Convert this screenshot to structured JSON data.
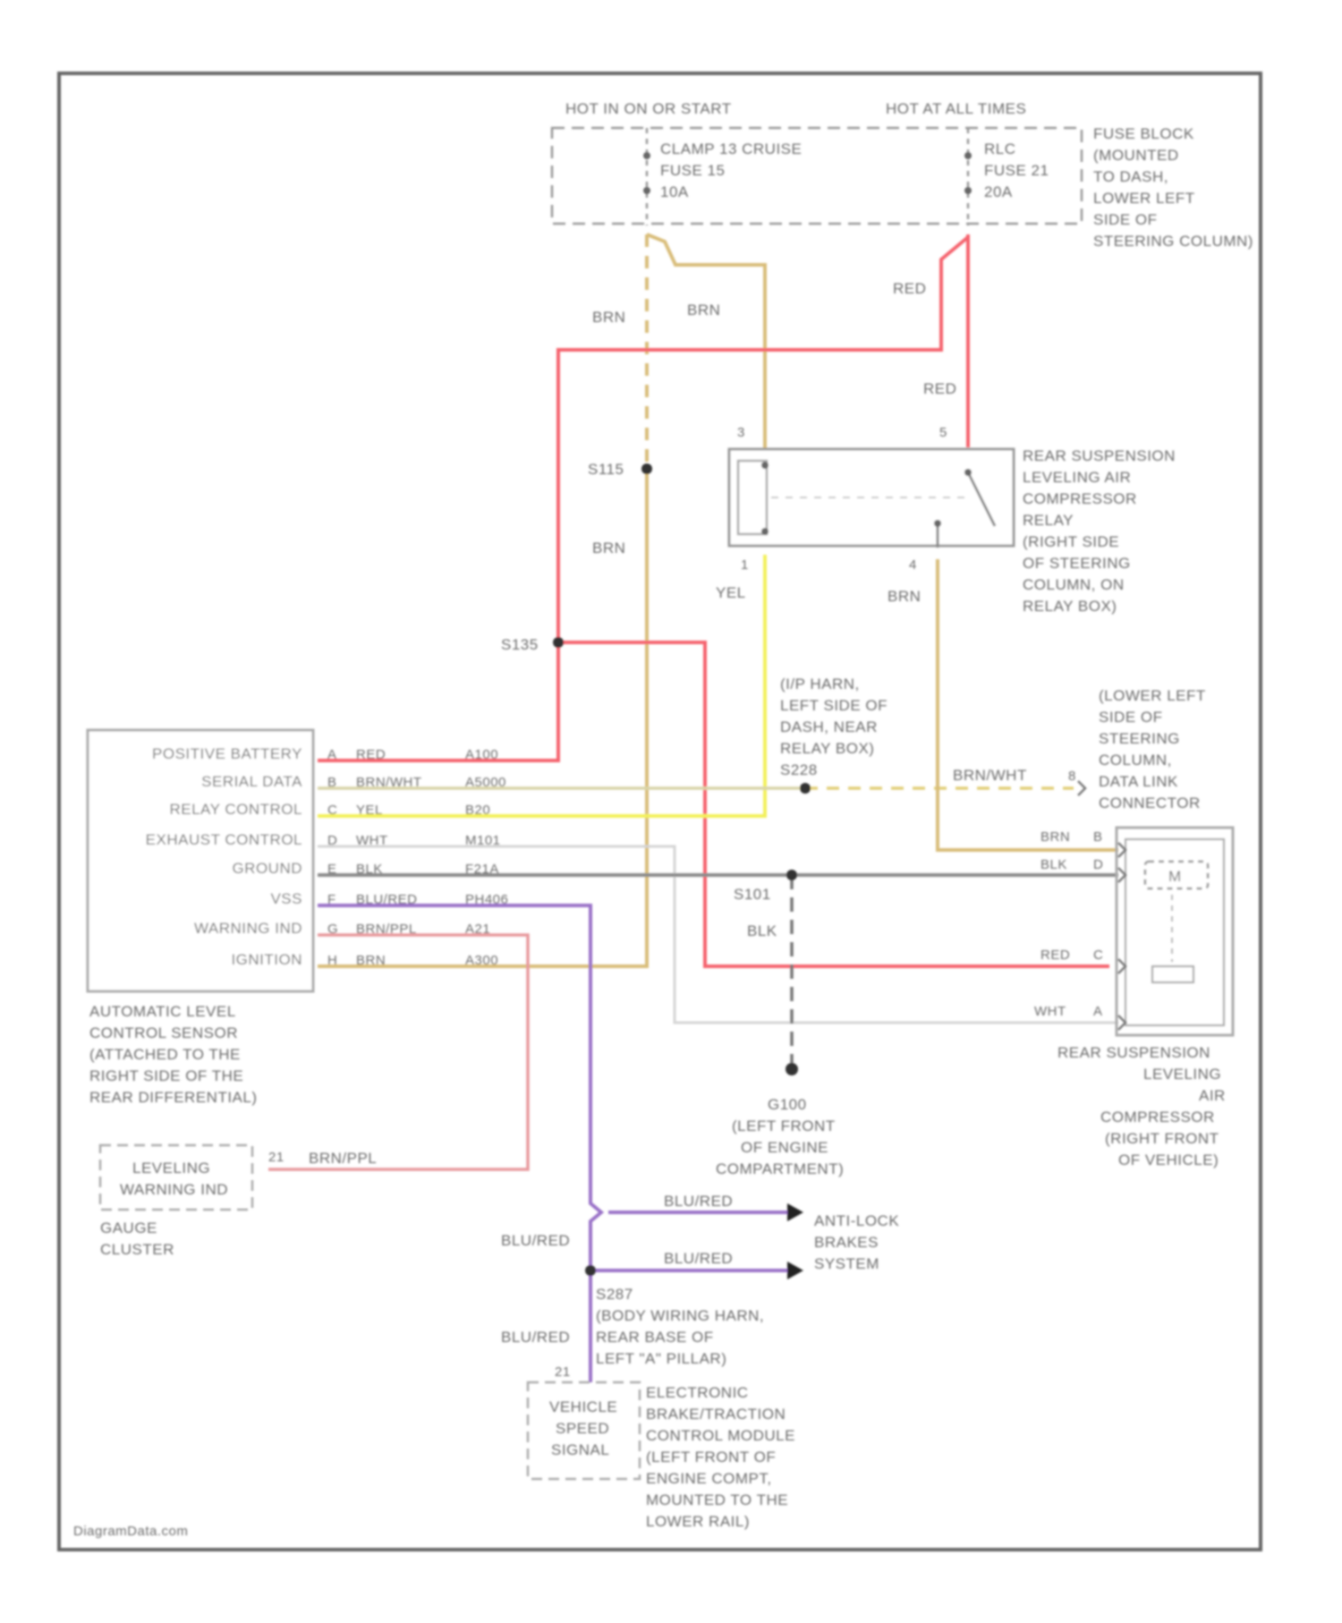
{
  "fuse_block": {
    "hot_run": "HOT IN ON OR START",
    "hot_always": "HOT AT ALL TIMES",
    "fuse1": [
      "CLAMP 13 CRUISE",
      "FUSE 15",
      "10A"
    ],
    "fuse2": [
      "RLC",
      "FUSE 21",
      "20A"
    ],
    "location": [
      "FUSE BLOCK",
      "(MOUNTED",
      "TO DASH,",
      "LOWER LEFT",
      "SIDE OF",
      "STEERING COLUMN)"
    ]
  },
  "wires": {
    "brn_a": "BRN",
    "brn_b": "BRN",
    "brn_c": "BRN",
    "brn_d": "BRN",
    "red_a": "RED",
    "red_b": "RED",
    "yel": "YEL",
    "brn_wht": "BRN/WHT",
    "brn_m": "BRN",
    "blk_m": "BLK",
    "red_m": "RED",
    "wht_m": "WHT",
    "blk_g": "BLK",
    "brn_ppl": "BRN/PPL",
    "blu_red_1": "BLU/RED",
    "blu_red_2": "BLU/RED",
    "blu_red_3": "BLU/RED",
    "blu_red_4": "BLU/RED"
  },
  "splices": {
    "s115": "S115",
    "s135": "S135",
    "s101": "S101",
    "s287": [
      "S287",
      "(BODY WIRING HARN,",
      "REAR BASE OF",
      "LEFT \"A\" PILLAR)"
    ]
  },
  "relay": {
    "pins": [
      "3",
      "5",
      "1",
      "4"
    ],
    "label": [
      "REAR SUSPENSION",
      "LEVELING AIR",
      "COMPRESSOR",
      "RELAY",
      "(RIGHT SIDE",
      "OF STEERING",
      "COLUMN, ON",
      "RELAY BOX)"
    ]
  },
  "s228": [
    "(I/P HARN,",
    "LEFT SIDE OF",
    "DASH, NEAR",
    "RELAY BOX)",
    "S228"
  ],
  "dlc": {
    "pin": "8",
    "label": [
      "(LOWER LEFT",
      "SIDE OF",
      "STEERING",
      "COLUMN,",
      "DATA LINK",
      "CONNECTOR"
    ]
  },
  "sensor": {
    "pins": [
      {
        "label": "POSITIVE BATTERY",
        "pin": "A",
        "color": "RED",
        "circuit": "A100"
      },
      {
        "label": "SERIAL DATA",
        "pin": "B",
        "color": "BRN/WHT",
        "circuit": "A5000"
      },
      {
        "label": "RELAY CONTROL",
        "pin": "C",
        "color": "YEL",
        "circuit": "B20"
      },
      {
        "label": "EXHAUST CONTROL",
        "pin": "D",
        "color": "WHT",
        "circuit": "M101"
      },
      {
        "label": "GROUND",
        "pin": "E",
        "color": "BLK",
        "circuit": "F21A"
      },
      {
        "label": "VSS",
        "pin": "F",
        "color": "BLU/RED",
        "circuit": "PH406"
      },
      {
        "label": "WARNING IND",
        "pin": "G",
        "color": "BRN/PPL",
        "circuit": "A21"
      },
      {
        "label": "IGNITION",
        "pin": "H",
        "color": "BRN",
        "circuit": "A300"
      }
    ],
    "label": [
      "AUTOMATIC LEVEL",
      "CONTROL SENSOR",
      "(ATTACHED TO THE",
      "RIGHT SIDE OF THE",
      "REAR DIFFERENTIAL)"
    ]
  },
  "compressor": {
    "pins": [
      "B",
      "D",
      "C",
      "A"
    ],
    "motor": "M",
    "label": [
      "REAR SUSPENSION",
      "LEVELING",
      "AIR",
      "COMPRESSOR",
      "(RIGHT FRONT",
      "OF VEHICLE)"
    ]
  },
  "ground": [
    "G100",
    "(LEFT FRONT",
    "OF ENGINE",
    "COMPARTMENT)"
  ],
  "gauge": {
    "pin": "21",
    "box": [
      "LEVELING",
      "WARNING IND"
    ],
    "label": [
      "GAUGE",
      "CLUSTER"
    ]
  },
  "abs": [
    "ANTI-LOCK",
    "BRAKES",
    "SYSTEM"
  ],
  "ebtcm": {
    "pin": "21",
    "box": [
      "VEHICLE",
      "SPEED",
      "SIGNAL"
    ],
    "label": [
      "ELECTRONIC",
      "BRAKE/TRACTION",
      "CONTROL MODULE",
      "(LEFT FRONT OF",
      "ENGINE COMPT,",
      "MOUNTED TO THE",
      "LOWER RAIL)"
    ]
  },
  "watermark": "DiagramData.com",
  "colors": {
    "red": "#f5646e",
    "brown": "#d9bd7a",
    "yellow": "#f3f05c",
    "purple": "#9a72c8",
    "gray": "#8c8c8c",
    "pink": "#e89a9e",
    "white_wire": "#d4d4d4",
    "frame": "#666666"
  }
}
